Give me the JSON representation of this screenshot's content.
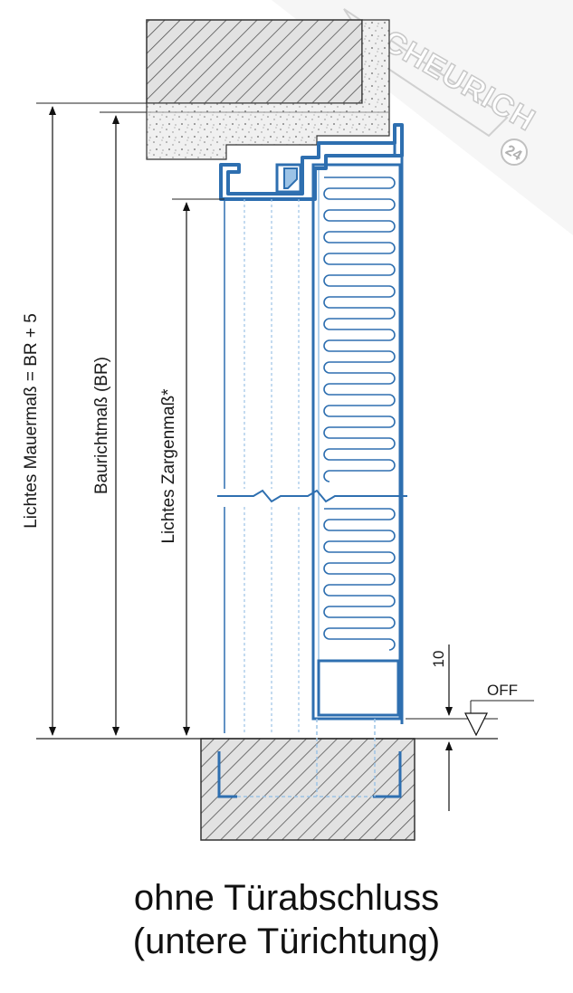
{
  "dimensions": {
    "lichtes_mauermass": "Lichtes Mauermaß = BR + 5",
    "baurichtmass": "Baurichtmaß (BR)",
    "lichtes_zargenmass": "Lichtes Zargenmaß*",
    "floor_offset": "10",
    "floor_level": "OFF"
  },
  "watermark": {
    "brand": "SCHEURICH",
    "number": "24"
  },
  "caption": {
    "line1": "ohne Türabschluss",
    "line2": "(untere Türichtung)"
  },
  "colors": {
    "steel_blue": "#2e6fb0",
    "light_blue": "#9cc3e6",
    "hatch": "#555555",
    "concrete": "#d9d9d9"
  }
}
